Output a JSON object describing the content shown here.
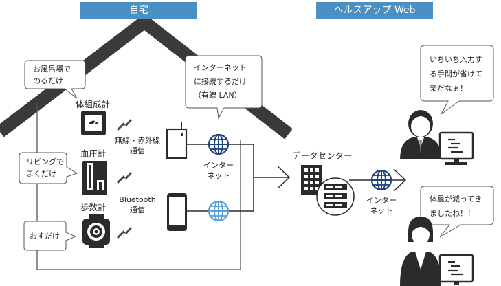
{
  "headers": {
    "home": "自宅",
    "web": "ヘルスアップ Web"
  },
  "bubbles": {
    "bath": [
      "お風呂場で",
      "のるだけ"
    ],
    "internet": [
      "インターネット",
      "に接続するだけ",
      "（有線 LAN）"
    ],
    "living": [
      "リビングで",
      "まくだけ"
    ],
    "wear": "おすだけ",
    "user1": [
      "いちいち入力す",
      "る手間が省けて",
      "楽だなぁ！"
    ],
    "user2": [
      "体重が減ってき",
      "ましたね！！"
    ]
  },
  "devices": {
    "scale": "体組成計",
    "bp": "血圧計",
    "pedometer": "歩数計"
  },
  "comm": {
    "wireless": [
      "無線・赤外線",
      "通信"
    ],
    "bluetooth": [
      "Bluetooth",
      "通信"
    ]
  },
  "network": {
    "home_internet": [
      "インター",
      "ネット"
    ],
    "datacenter": "データセンター",
    "internet2": [
      "インター",
      "ネット"
    ]
  },
  "colors": {
    "blue": "#4a90c2",
    "dark": "#2b2b2b",
    "globe_navy": "#1d3f7a",
    "globe_light": "#5aa0d8"
  }
}
